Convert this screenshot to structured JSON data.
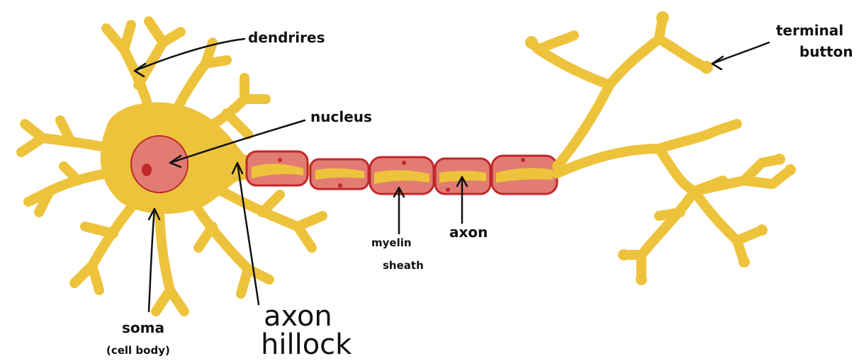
{
  "labels": {
    "dendrites": "dendrires",
    "nucleus": "nucleus",
    "terminal_button_line1": "terminal",
    "terminal_button_line2": "button",
    "myelin_sheath_line1": "myelin",
    "myelin_sheath_line2": "sheath",
    "axon": "axon",
    "axon_hillock_line1": "axon",
    "axon_hillock_line2": "hillock",
    "soma_line1": "soma",
    "soma_line2": "(cell body)"
  },
  "colors": {
    "neuron": "#eec33c",
    "sheath_fill": "#e27c73",
    "sheath_outline": "#c0282a",
    "nucleus": "#e27c73",
    "ink": "#111111"
  }
}
